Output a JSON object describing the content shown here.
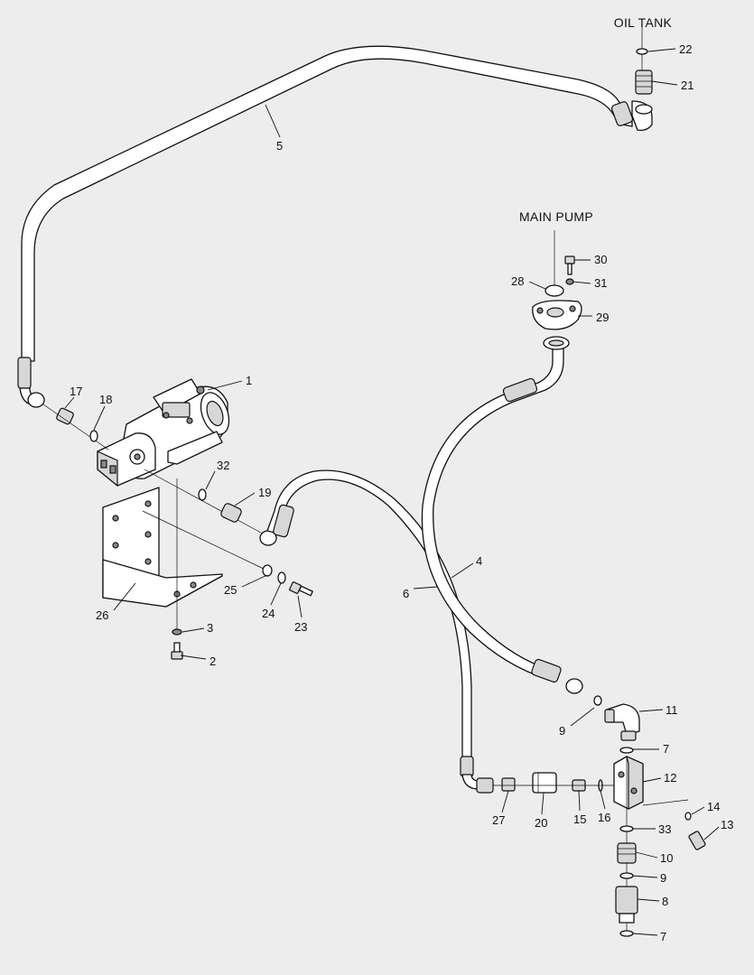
{
  "callouts": {
    "oil_tank": "OIL TANK",
    "main_pump": "MAIN PUMP"
  },
  "part_numbers": {
    "p1": "1",
    "p2": "2",
    "p3": "3",
    "p4": "4",
    "p5": "5",
    "p6": "6",
    "p7a": "7",
    "p7b": "7",
    "p8": "8",
    "p9a": "9",
    "p9b": "9",
    "p10": "10",
    "p11": "11",
    "p12": "12",
    "p13": "13",
    "p14": "14",
    "p15": "15",
    "p16": "16",
    "p17": "17",
    "p18": "18",
    "p19": "19",
    "p20": "20",
    "p21": "21",
    "p22": "22",
    "p23": "23",
    "p24": "24",
    "p25": "25",
    "p26": "26",
    "p27": "27",
    "p28": "28",
    "p29": "29",
    "p30": "30",
    "p31": "31",
    "p32": "32",
    "p33": "33"
  },
  "colors": {
    "background": "#ededed",
    "line": "#111111",
    "fill_light": "#ffffff",
    "fill_shade": "#d7d7d7"
  }
}
